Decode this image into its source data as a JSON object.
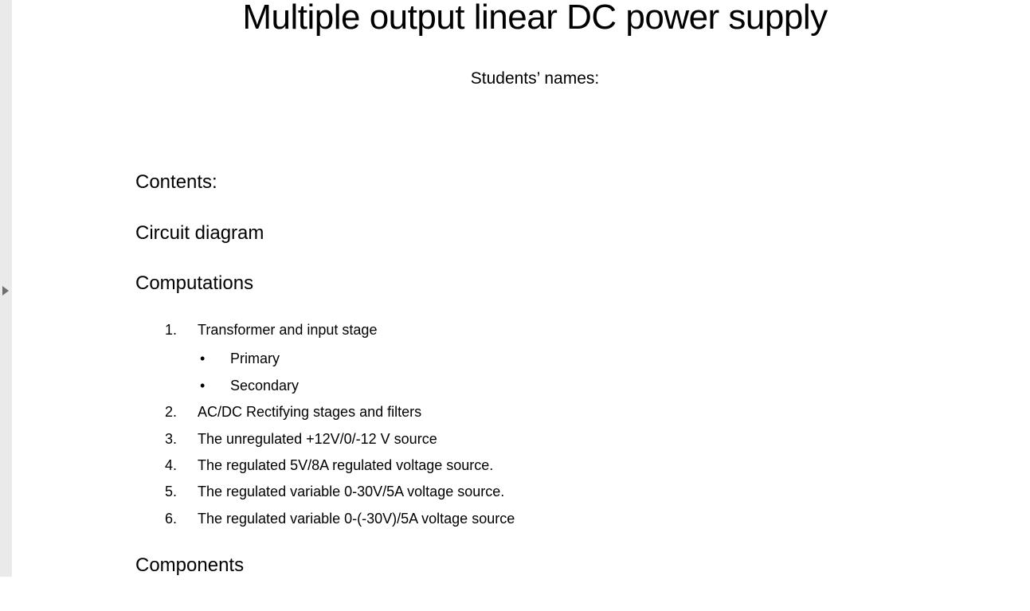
{
  "viewer": {
    "left_pane": {
      "strip_color": "#eaeaea",
      "arrow_color": "#6f6f6f",
      "arrow_direction": "right"
    }
  },
  "document": {
    "title": "Multiple output linear DC power supply",
    "subtitle": "Students’ names:",
    "headings": {
      "contents": "Contents:",
      "circuit_diagram": "Circuit diagram",
      "computations": "Computations",
      "components": "Components"
    },
    "computations_list": {
      "items": [
        {
          "number": "1.",
          "text": "Transformer and input stage",
          "sub_bullets": [
            {
              "marker": "•",
              "text": "Primary"
            },
            {
              "marker": "•",
              "text": "Secondary"
            }
          ]
        },
        {
          "number": "2.",
          "text": "AC/DC Rectifying stages and filters"
        },
        {
          "number": "3.",
          "text": "The unregulated +12V/0/-12 V source"
        },
        {
          "number": "4.",
          "text": "The regulated 5V/8A regulated voltage source."
        },
        {
          "number": "5.",
          "text": "The regulated variable 0-30V/5A voltage source."
        },
        {
          "number": "6.",
          "text": "The regulated variable 0-(-30V)/5A voltage source"
        }
      ]
    },
    "text_color": "#000000"
  }
}
